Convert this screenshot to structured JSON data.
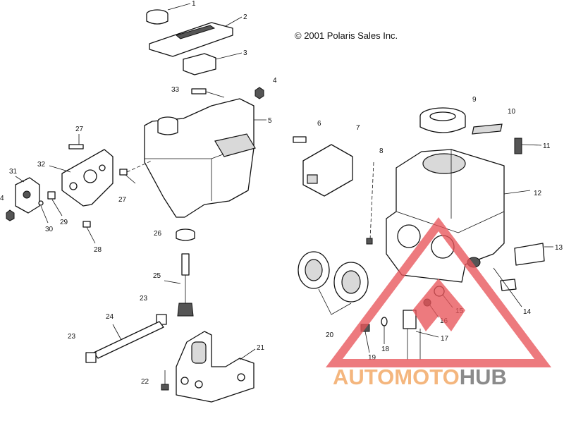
{
  "copyright": "© 2001 Polaris Sales Inc.",
  "callouts": [
    "1",
    "2",
    "3",
    "4",
    "5",
    "6",
    "7",
    "8",
    "9",
    "10",
    "11",
    "12",
    "13",
    "14",
    "15",
    "16",
    "17",
    "18",
    "19",
    "20",
    "21",
    "22",
    "23",
    "24",
    "25",
    "26",
    "27",
    "28",
    "29",
    "30",
    "31",
    "32",
    "33"
  ],
  "callout_extra": {
    "4b": "4",
    "23b": "23",
    "27b": "27"
  },
  "watermark": {
    "auto": "AUTO",
    "moto": "MOTO",
    "hub": "HUB",
    "colors": {
      "accent": "#f2a25a",
      "gray": "#6b6b6b",
      "triangle": "#e8555a"
    }
  }
}
